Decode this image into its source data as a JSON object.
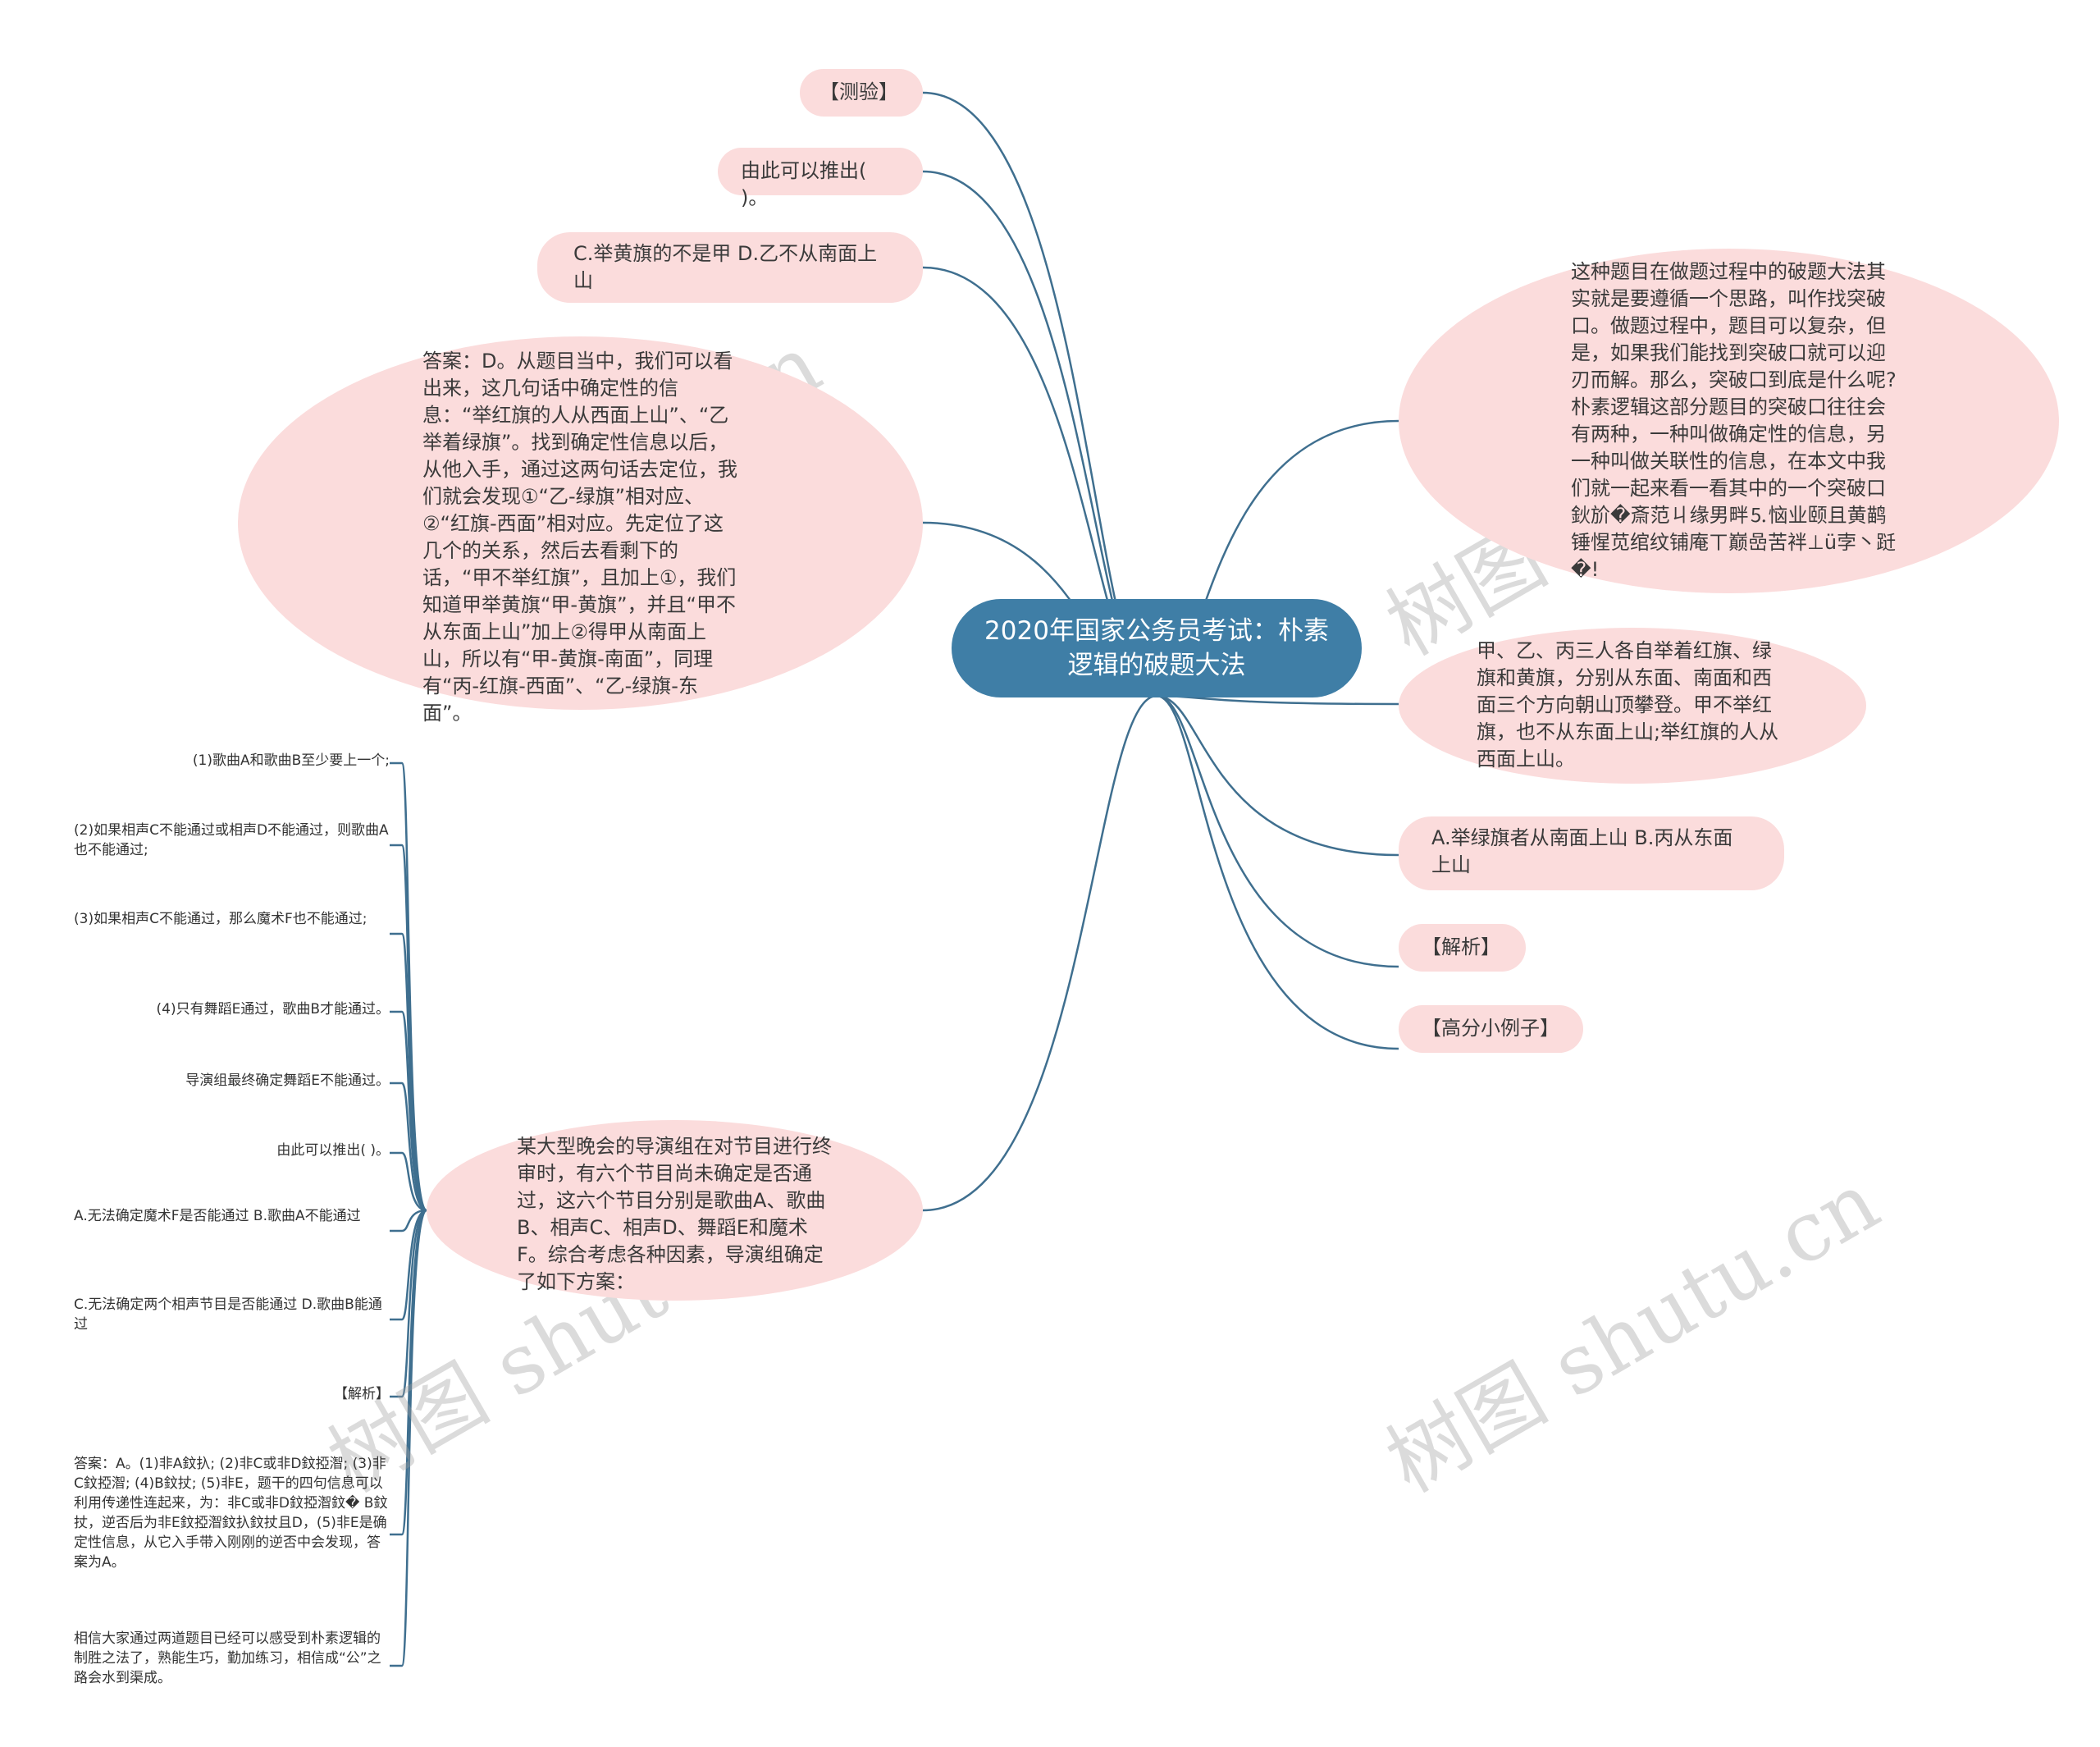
{
  "root": {
    "title": "2020年国家公务员考试：朴素逻辑的破题大法"
  },
  "left": {
    "quiz": "【测验】",
    "infer": "由此可以推出( )。",
    "option_cd": "C.举黄旗的不是甲 D.乙不从南面上山",
    "answer": "答案：D。从题目当中，我们可以看出来，这几句话中确定性的信息：“举红旗的人从西面上山”、“乙举着绿旗”。找到确定性信息以后，从他入手，通过这两句话去定位，我们就会发现①“乙-绿旗”相对应、②“红旗-西面”相对应。先定位了这几个的关系，然后去看剩下的话，“甲不举红旗”，且加上①，我们知道甲举黄旗“甲-黄旗”，并且“甲不从东面上山”加上②得甲从南面上山，所以有“甲-黄旗-南面”，同理有“丙-红旗-西面”、“乙-绿旗-东面”。",
    "example": "某大型晚会的导演组在对节目进行终审时，有六个节目尚未确定是否通过，这六个节目分别是歌曲A、歌曲B、相声C、相声D、舞蹈E和魔术F。综合考虑各种因素，导演组确定了如下方案："
  },
  "right": {
    "intro": "这种题目在做题过程中的破题大法其实就是要遵循一个思路，叫作找突破口。做题过程中，题目可以复杂，但是，如果我们能找到突破口就可以迎刃而解。那么，突破口到底是什么呢?朴素逻辑这部分题目的突破口往往会有两种，一种叫做确定性的信息，另一种叫做关联性的信息，在本文中我们就一起来看一看其中的一个突破口鈥斺�斎范ㄐ缘男畔⒌恼业颐且黄鹋锤惺苋绾纹铺庵ㄒ巅嵒苦袢⊥ü孛丶跹�!",
    "problem": "甲、乙、丙三人各自举着红旗、绿旗和黄旗，分别从东面、南面和西面三个方向朝山顶攀登。甲不举红旗，也不从东面上山;举红旗的人从西面上山。",
    "option_ab": "A.举绿旗者从南面上山 B.丙从东面上山",
    "analysis": "【解析】",
    "highscore": "【高分小例子】"
  },
  "leaves": [
    "(1)歌曲A和歌曲B至少要上一个;",
    "(2)如果相声C不能通过或相声D不能通过，则歌曲A也不能通过;",
    "(3)如果相声C不能通过，那么魔术F也不能通过;",
    "(4)只有舞蹈E通过，歌曲B才能通过。",
    "导演组最终确定舞蹈E不能通过。",
    "由此可以推出( )。",
    "A.无法确定魔术F是否能通过 B.歌曲A不能通过",
    "C.无法确定两个相声节目是否能通过 D.歌曲B能通过",
    "【解析】",
    "答案：A。(1)非A鈫扖; (2)非C或非D鈫掗潪; (3)非C鈫掗潪; (4)B鈫扙; (5)非E，题干的四句信息可以利用传递性连起来，为：非C或非D鈫掗潪鈫� B鈫扙，逆否后为非E鈫掗潪鈫扖鈫扙且D，(5)非E是确定性信息，从它入手带入刚刚的逆否中会发现，答案为A。",
    "相信大家通过两道题目已经可以感受到朴素逻辑的制胜之法了，熟能生巧，勤加练习，相信成“公”之路会水到渠成。"
  ],
  "watermark": "树图 shutu.cn",
  "colors": {
    "root": "#3f7ea6",
    "node": "#fbdcdc",
    "line": "#3f6f8f",
    "text": "#3a3a3a"
  }
}
